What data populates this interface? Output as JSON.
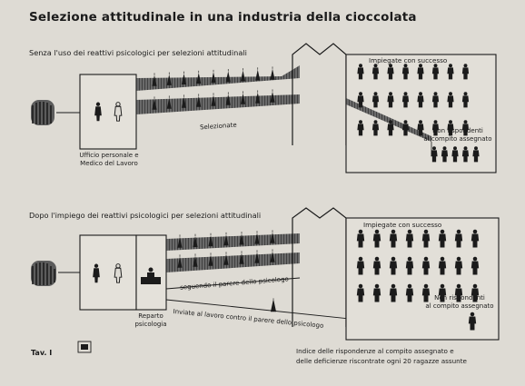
{
  "title": "Selezione attitudinale in una industria della cioccolata",
  "top": {
    "heading": "Senza l'uso dei reattivi psicologici per selezioni attitudinali",
    "office_label_1": "Ufficio personale e",
    "office_label_2": "Medico del Lavoro",
    "selected_label": "Selezionate",
    "success_label": "Impiegate con successo",
    "fail_label_1": "Non rispondenti",
    "fail_label_2": "al compito assegnato",
    "success_count": 24,
    "fail_count": 5
  },
  "bottom": {
    "heading": "Dopo l'impiego dei reattivi psicologici per selezioni attitudinali",
    "dept_label_1": "Reparto",
    "dept_label_2": "psicologia",
    "follow_label": "seguendo il parere dello psicologo",
    "against_label": "Inviate al lavoro contro il parere dello psicologo",
    "success_label": "Impiegate con successo",
    "fail_label_1": "Non rispondenti",
    "fail_label_2": "al compito assegnato",
    "success_count": 24,
    "fail_count": 1
  },
  "footer": {
    "tav": "Tav. I",
    "legend_1": "Indice delle rispondenze al compito assegnato e",
    "legend_2": "delle deficienze riscontrate ogni 20 ragazze assunte"
  },
  "colors": {
    "paper": "#dedbd4",
    "ink": "#1b1b1b"
  }
}
